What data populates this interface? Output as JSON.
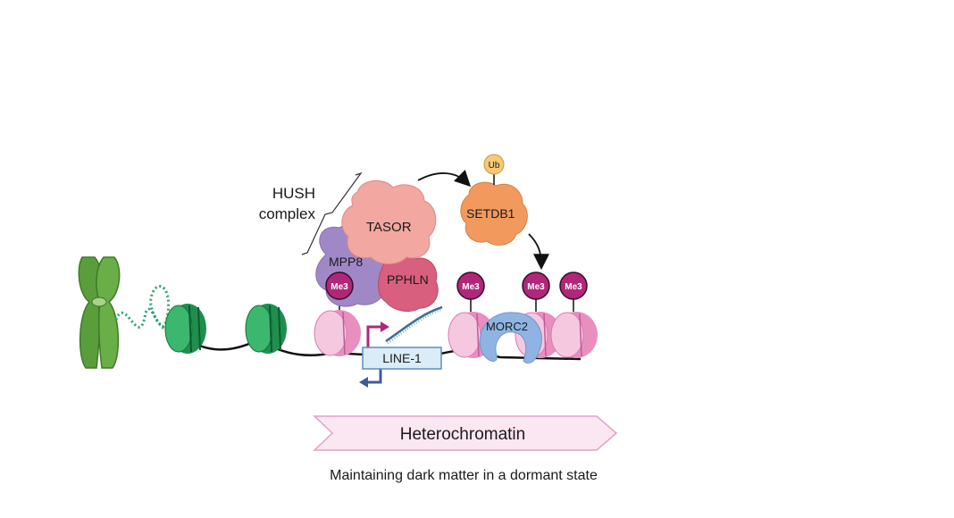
{
  "diagram": {
    "hush_label_line1": "HUSH",
    "hush_label_line2": "complex",
    "proteins": {
      "tasor": "TASOR",
      "mpp8": "MPP8",
      "pphln": "PPHLN",
      "setdb1": "SETDB1",
      "morc2": "MORC2"
    },
    "ubiquitin": "Ub",
    "histone_mark": "Me3",
    "line1": "LINE-1",
    "banner": "Heterochromatin",
    "caption": "Maintaining dark matter in a dormant state"
  },
  "colors": {
    "chromosome": "#5a9e3c",
    "nucleosome_green": "#1f8f4e",
    "nucleosome_pink": "#f2b8d8",
    "me3_badge": "#b0277a",
    "tasor": "#f2a7a0",
    "mpp8": "#a088c6",
    "pphln": "#d95f7e",
    "setdb1": "#f29a5e",
    "ubiquitin": "#f5c977",
    "morc2": "#8fb4e3",
    "line1_box": "#d9ecf8",
    "banner_fill": "#fbe7f1",
    "banner_stroke": "#e0a3c7"
  }
}
